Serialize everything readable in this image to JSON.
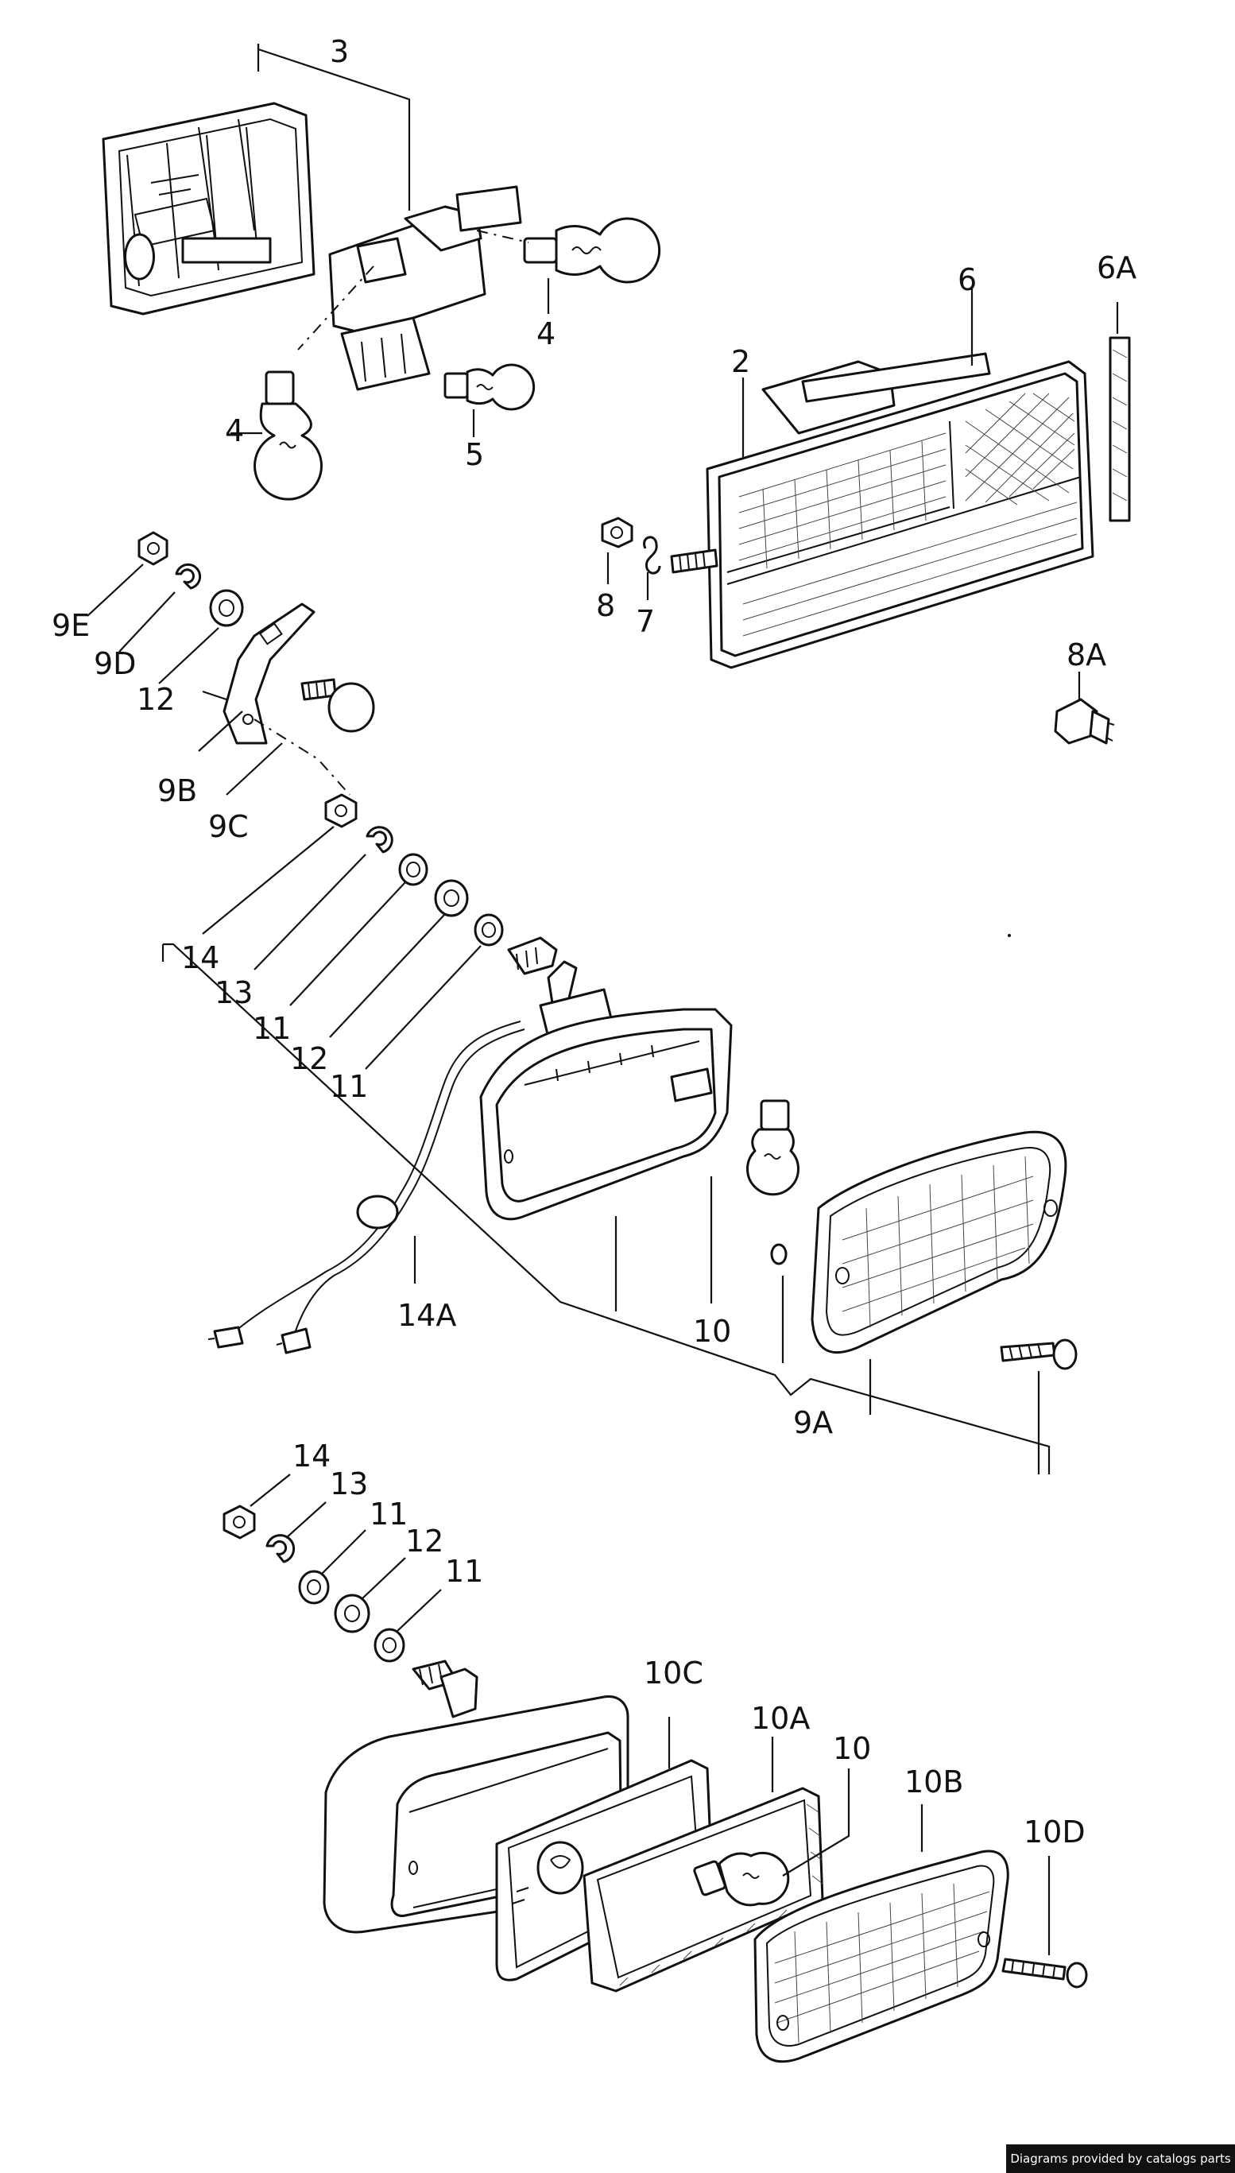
{
  "diagram": {
    "callouts": {
      "c3": "3",
      "c4a": "4",
      "c4b": "4",
      "c5": "5",
      "c6": "6",
      "c6a": "6A",
      "c2": "2",
      "c8": "8",
      "c7": "7",
      "c8a": "8A",
      "c9e": "9E",
      "c9d": "9D",
      "c12a": "12",
      "c9b": "9B",
      "c9c": "9C",
      "c14a": "14",
      "c13a": "13",
      "c11a": "11",
      "c12b": "12",
      "c11b": "11",
      "c14A": "14A",
      "c10a": "10",
      "c9a": "9A",
      "c14b": "14",
      "c13b": "13",
      "c11c": "11",
      "c12c": "12",
      "c11d": "11",
      "c10c": "10C",
      "c10A": "10A",
      "c10b": "10",
      "c10B": "10B",
      "c10D": "10D"
    }
  },
  "footer": {
    "credit": "Diagrams provided by catalogs parts"
  }
}
